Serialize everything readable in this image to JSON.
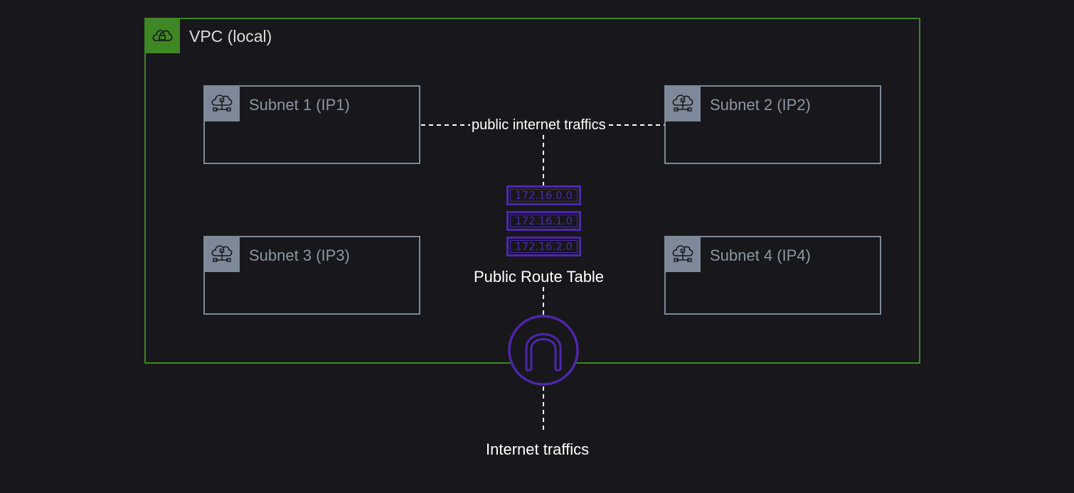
{
  "vpc": {
    "label": "VPC (local)",
    "icon": "cloud-lock-icon",
    "border_color": "#3f8624"
  },
  "subnets": [
    {
      "label": "Subnet 1 (IP1)",
      "icon": "cloud-network-icon"
    },
    {
      "label": "Subnet 2 (IP2)",
      "icon": "cloud-network-icon"
    },
    {
      "label": "Subnet 3 (IP3)",
      "icon": "cloud-network-icon"
    },
    {
      "label": "Subnet 4 (IP4)",
      "icon": "cloud-network-icon"
    }
  ],
  "connections": {
    "subnet_link_label": "public internet traffics"
  },
  "route_table": {
    "label": "Public Route Table",
    "routes": [
      "172.16.0.0",
      "172.16.1.0",
      "172.16.2.0"
    ],
    "color": "#4d27aa"
  },
  "internet_gateway": {
    "icon": "internet-gateway-icon",
    "color": "#4d27aa"
  },
  "internet": {
    "label": "Internet traffics"
  },
  "colors": {
    "background": "#18171c",
    "subnet_border": "#7d8998",
    "edge": "#ffffff"
  }
}
